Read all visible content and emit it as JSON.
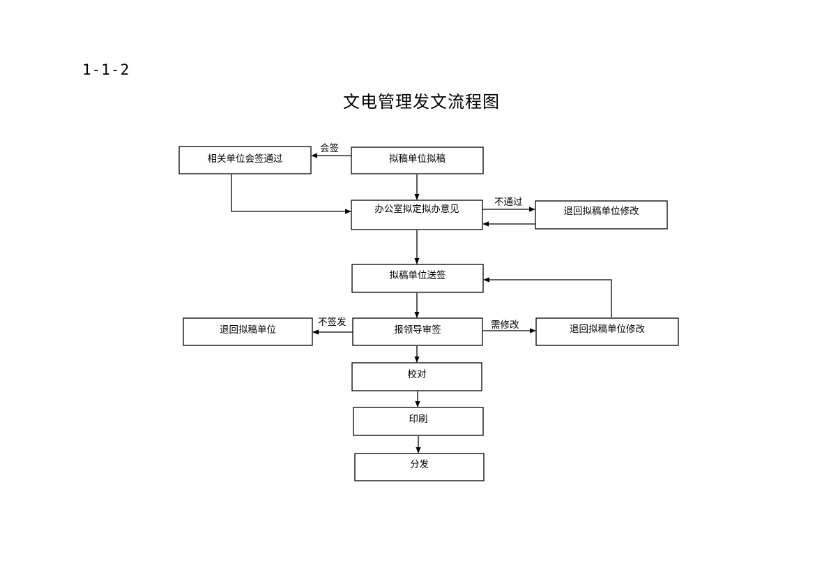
{
  "doc_code": "1-1-2",
  "title": "文电管理发文流程图",
  "nodes": {
    "related_sign": "相关单位会签通过",
    "draft": "拟稿单位拟稿",
    "office_opinion": "办公室拟定拟办意见",
    "return_modify_1": "退回拟稿单位修改",
    "send_sign": "拟稿单位送签",
    "leader_review": "报领导审签",
    "return_unit": "退回拟稿单位",
    "return_modify_2": "退回拟稿单位修改",
    "proofread": "校对",
    "print": "印刷",
    "distribute": "分发"
  },
  "edge_labels": {
    "countersign": "会签",
    "not_pass": "不通过",
    "not_sign": "不签发",
    "need_modify": "需修改"
  }
}
